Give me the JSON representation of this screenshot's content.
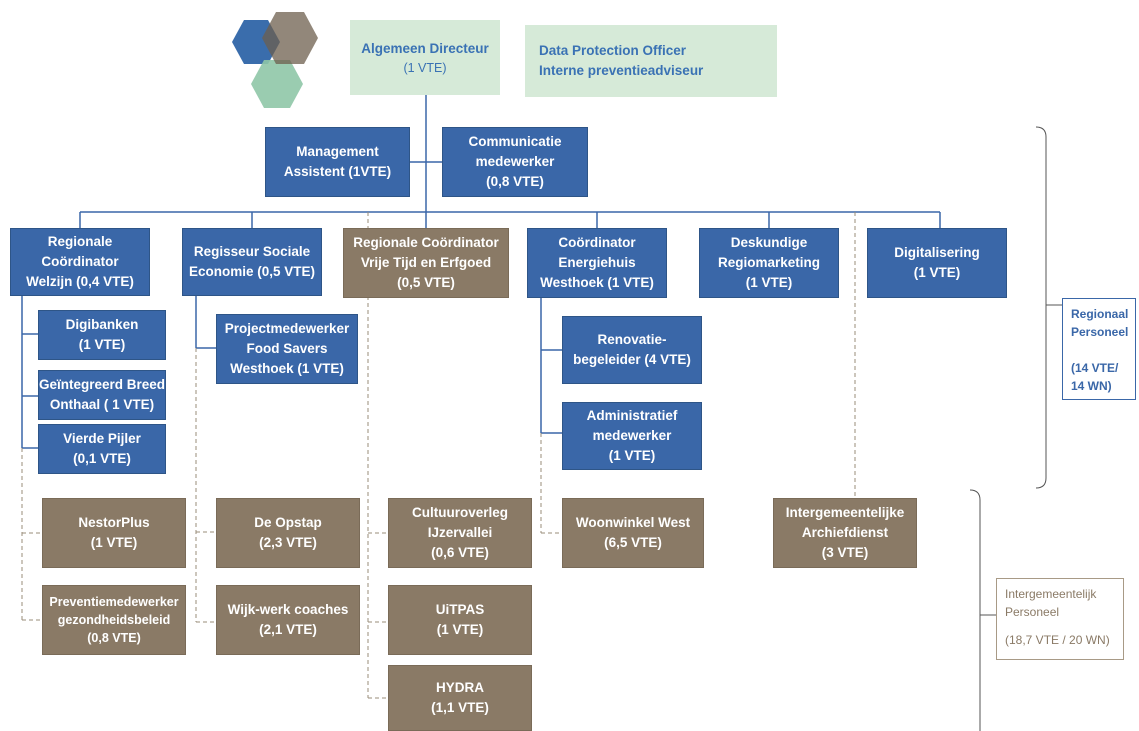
{
  "director": {
    "title": "Algemeen Directeur",
    "vte": "(1 VTE)"
  },
  "dpo": {
    "line1": "Data Protection Officer",
    "line2": "Interne preventieadviseur"
  },
  "staff": [
    {
      "lines": [
        "Management",
        "Assistent  (1VTE)"
      ]
    },
    {
      "lines": [
        "Communicatie",
        "medewerker",
        "(0,8 VTE)"
      ]
    }
  ],
  "departments": [
    {
      "lines": [
        "Regionale",
        "Coördinator",
        "Welzijn (0,4 VTE)"
      ]
    },
    {
      "lines": [
        "Regisseur Sociale",
        "Economie (0,5 VTE)"
      ]
    },
    {
      "lines": [
        "Regionale Coördinator",
        "Vrije Tijd en Erfgoed",
        "(0,5 VTE)"
      ]
    },
    {
      "lines": [
        "Coördinator",
        "Energiehuis",
        "Westhoek (1 VTE)"
      ]
    },
    {
      "lines": [
        "Deskundige",
        "Regiomarketing",
        "(1 VTE)"
      ]
    },
    {
      "lines": [
        "Digitalisering",
        "(1 VTE)"
      ]
    }
  ],
  "welzijn_subs": [
    {
      "lines": [
        "Digibanken",
        "(1 VTE)"
      ]
    },
    {
      "lines": [
        "Geïntegreerd Breed",
        "Onthaal ( 1 VTE)"
      ]
    },
    {
      "lines": [
        "Vierde Pijler",
        "(0,1 VTE)"
      ]
    }
  ],
  "economie_subs": [
    {
      "lines": [
        "Projectmedewerker",
        "Food Savers",
        "Westhoek (1 VTE)"
      ]
    }
  ],
  "energie_subs": [
    {
      "lines": [
        "Renovatie-",
        "begeleider (4 VTE)"
      ]
    },
    {
      "lines": [
        "Administratief",
        "medewerker",
        "(1 VTE)"
      ]
    }
  ],
  "intergemeentelijk": [
    {
      "lines": [
        "NestorPlus",
        "(1 VTE)"
      ]
    },
    {
      "lines": [
        "Preventiemedewerker",
        "gezondheidsbeleid",
        "(0,8 VTE)"
      ]
    },
    {
      "lines": [
        "De Opstap",
        "(2,3 VTE)"
      ]
    },
    {
      "lines": [
        "Wijk-werk coaches",
        "(2,1 VTE)"
      ]
    },
    {
      "lines": [
        "Cultuuroverleg",
        "IJzervallei",
        "(0,6 VTE)"
      ]
    },
    {
      "lines": [
        "UiTPAS",
        "(1 VTE)"
      ]
    },
    {
      "lines": [
        "HYDRA",
        "(1,1 VTE)"
      ]
    },
    {
      "lines": [
        "Woonwinkel West",
        "(6,5 VTE)"
      ]
    },
    {
      "lines": [
        "Intergemeentelijke",
        "Archiefdienst",
        "(3 VTE)"
      ]
    }
  ],
  "legend": {
    "regionaal": {
      "line1": "Regionaal",
      "line2": "Personeel",
      "line3": "(14 VTE/",
      "line4": "14 WN)"
    },
    "intergemeentelijk": {
      "line1": "Intergemeentelijk",
      "line2": "Personeel",
      "line3": "(18,7 VTE / 20 WN)"
    }
  },
  "colors": {
    "blue": "#3a67a8",
    "brown": "#8a7a66",
    "green": "#d6ead8",
    "connector_blue": "#3a67a8",
    "connector_dashed": "#9a8c7a"
  }
}
